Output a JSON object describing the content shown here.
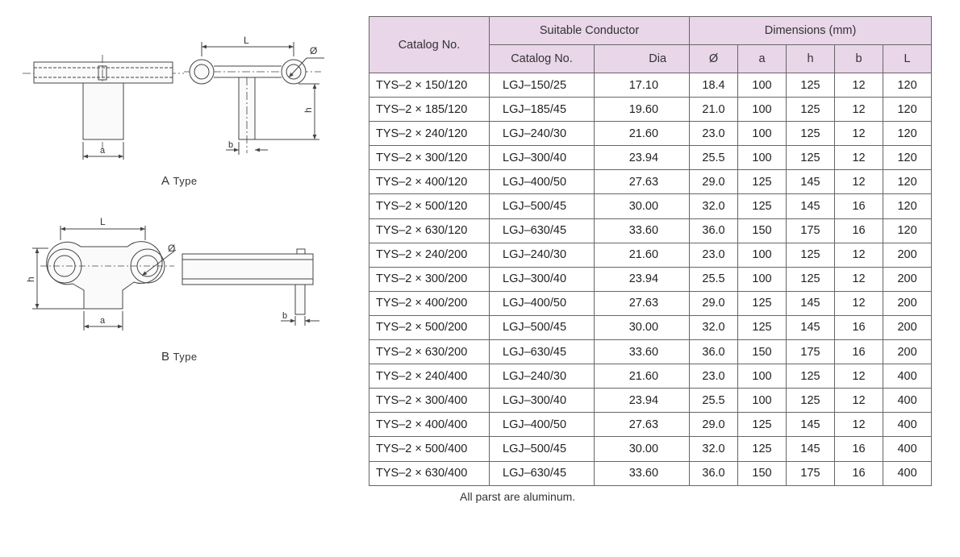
{
  "type_a": {
    "letter": "A",
    "word": "Type",
    "dim_L": "L",
    "dim_phi": "Ø",
    "dim_h": "h",
    "dim_a": "a",
    "dim_b": "b"
  },
  "type_b": {
    "letter": "B",
    "word": "Type",
    "dim_L": "L",
    "dim_phi": "Ø",
    "dim_h": "h",
    "dim_a": "a",
    "dim_b": "b"
  },
  "table": {
    "header": {
      "catalog_no": "Catalog No.",
      "suitable_conductor": "Suitable Conductor",
      "dimensions": "Dimensions (mm)",
      "conductor_catalog_no": "Catalog No.",
      "dia": "Dia",
      "phi": "Ø",
      "a": "a",
      "h": "h",
      "b": "b",
      "L": "L"
    },
    "rows": [
      [
        "TYS–2 × 150/120",
        "LGJ–150/25",
        "17.10",
        "18.4",
        "100",
        "125",
        "12",
        "120"
      ],
      [
        "TYS–2 × 185/120",
        "LGJ–185/45",
        "19.60",
        "21.0",
        "100",
        "125",
        "12",
        "120"
      ],
      [
        "TYS–2 × 240/120",
        "LGJ–240/30",
        "21.60",
        "23.0",
        "100",
        "125",
        "12",
        "120"
      ],
      [
        "TYS–2 × 300/120",
        "LGJ–300/40",
        "23.94",
        "25.5",
        "100",
        "125",
        "12",
        "120"
      ],
      [
        "TYS–2 × 400/120",
        "LGJ–400/50",
        "27.63",
        "29.0",
        "125",
        "145",
        "12",
        "120"
      ],
      [
        "TYS–2 × 500/120",
        "LGJ–500/45",
        "30.00",
        "32.0",
        "125",
        "145",
        "16",
        "120"
      ],
      [
        "TYS–2 × 630/120",
        "LGJ–630/45",
        "33.60",
        "36.0",
        "150",
        "175",
        "16",
        "120"
      ],
      [
        "TYS–2 × 240/200",
        "LGJ–240/30",
        "21.60",
        "23.0",
        "100",
        "125",
        "12",
        "200"
      ],
      [
        "TYS–2 × 300/200",
        "LGJ–300/40",
        "23.94",
        "25.5",
        "100",
        "125",
        "12",
        "200"
      ],
      [
        "TYS–2 × 400/200",
        "LGJ–400/50",
        "27.63",
        "29.0",
        "125",
        "145",
        "12",
        "200"
      ],
      [
        "TYS–2 × 500/200",
        "LGJ–500/45",
        "30.00",
        "32.0",
        "125",
        "145",
        "16",
        "200"
      ],
      [
        "TYS–2 × 630/200",
        "LGJ–630/45",
        "33.60",
        "36.0",
        "150",
        "175",
        "16",
        "200"
      ],
      [
        "TYS–2 × 240/400",
        "LGJ–240/30",
        "21.60",
        "23.0",
        "100",
        "125",
        "12",
        "400"
      ],
      [
        "TYS–2 × 300/400",
        "LGJ–300/40",
        "23.94",
        "25.5",
        "100",
        "125",
        "12",
        "400"
      ],
      [
        "TYS–2 × 400/400",
        "LGJ–400/50",
        "27.63",
        "29.0",
        "125",
        "145",
        "12",
        "400"
      ],
      [
        "TYS–2 × 500/400",
        "LGJ–500/45",
        "30.00",
        "32.0",
        "125",
        "145",
        "16",
        "400"
      ],
      [
        "TYS–2 × 630/400",
        "LGJ–630/45",
        "33.60",
        "36.0",
        "150",
        "175",
        "16",
        "400"
      ]
    ]
  },
  "note": "All parst are aluminum."
}
